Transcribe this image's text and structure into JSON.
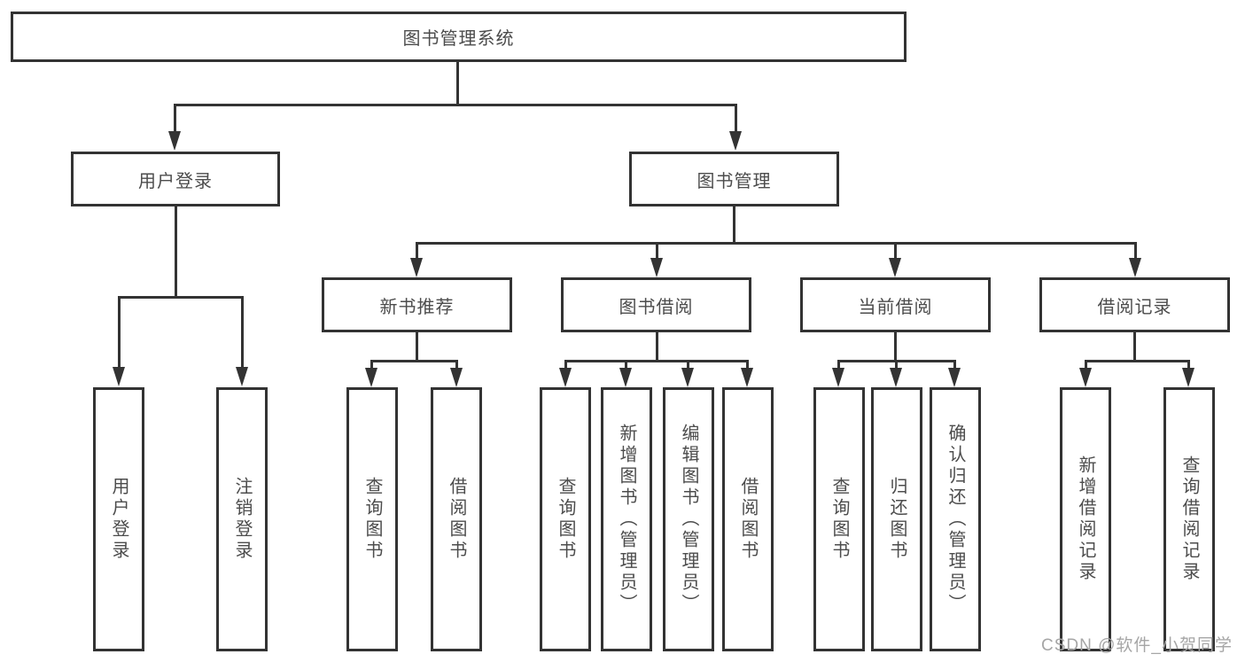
{
  "tree": {
    "root": {
      "label": "图书管理系统",
      "children": [
        {
          "label": "用户登录",
          "children": [
            {
              "label": "用户登录"
            },
            {
              "label": "注销登录"
            }
          ]
        },
        {
          "label": "图书管理",
          "children": [
            {
              "label": "新书推荐",
              "children": [
                {
                  "label": "查询图书"
                },
                {
                  "label": "借阅图书"
                }
              ]
            },
            {
              "label": "图书借阅",
              "children": [
                {
                  "label": "查询图书"
                },
                {
                  "label": "新增图书（管理员）"
                },
                {
                  "label": "编辑图书（管理员）"
                },
                {
                  "label": "借阅图书"
                }
              ]
            },
            {
              "label": "当前借阅",
              "children": [
                {
                  "label": "查询图书"
                },
                {
                  "label": "归还图书"
                },
                {
                  "label": "确认归还（管理员）"
                }
              ]
            },
            {
              "label": "借阅记录",
              "children": [
                {
                  "label": "新增借阅记录"
                },
                {
                  "label": "查询借阅记录"
                }
              ]
            }
          ]
        }
      ]
    }
  },
  "watermark": {
    "text": "CSDN @软件_小贺同学"
  },
  "colors": {
    "line": "#333333",
    "border": "#333333",
    "text": "#4c4c4c",
    "background": "#ffffff",
    "watermark": "#a6a6a6"
  }
}
